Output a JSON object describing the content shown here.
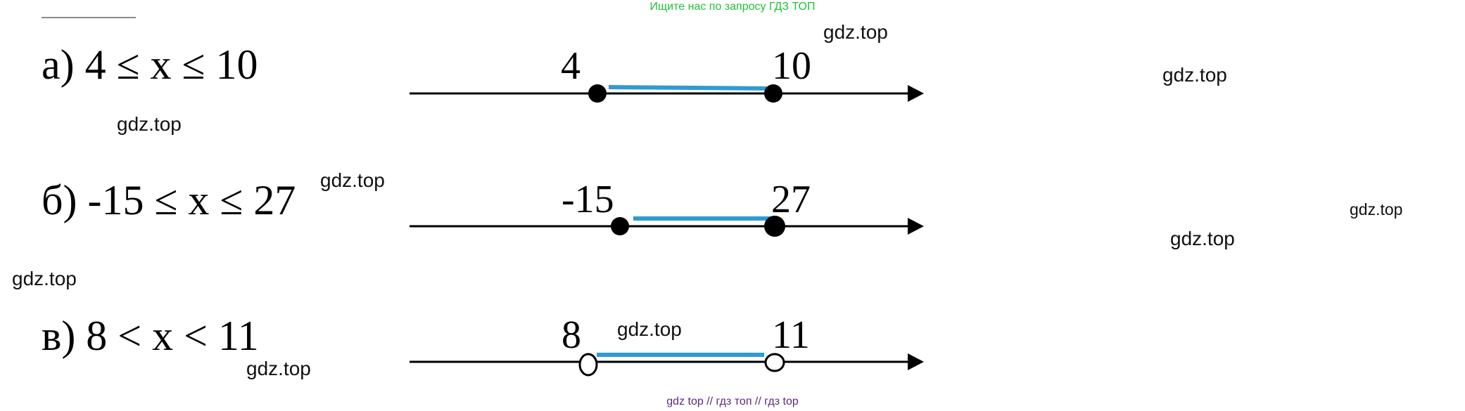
{
  "banner": "Ищите нас по запросу ГДЗ ТОП",
  "footer": "gdz top  //  гдз топ  //  гдз top",
  "problems": [
    {
      "text": "а) 4 ≤ x ≤ 10",
      "left_label": "4",
      "right_label": "10"
    },
    {
      "text": "б) -15 ≤ x ≤ 27",
      "left_label": "-15",
      "right_label": "27"
    },
    {
      "text": "в) 8 < x < 11",
      "left_label": "8",
      "right_label": "11"
    }
  ],
  "watermarks": {
    "w1": "gdz.top",
    "w2": "gdz.top",
    "w3": "gdz.top",
    "w4": "gdz.top",
    "w5": "gdz.top",
    "w6": "gdz.top",
    "w7": "gdz.top",
    "w8": "gdz.top",
    "w9": "gdz.top"
  },
  "colors": {
    "interval": "#2f9bd1",
    "axis": "#000000",
    "banner": "#22c038",
    "footer": "#5b2a86"
  }
}
